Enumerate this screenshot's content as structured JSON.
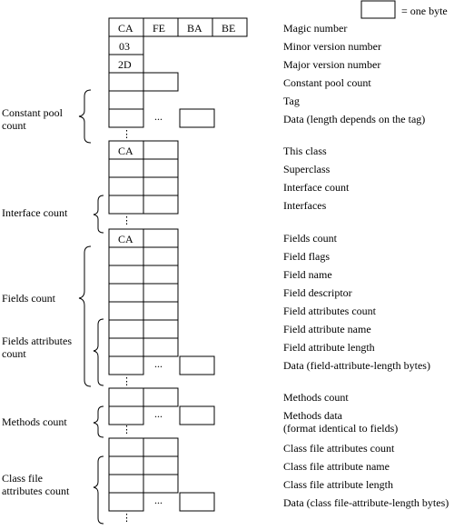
{
  "legend": {
    "label": "= one byte"
  },
  "cells": {
    "ca": "CA",
    "fe": "FE",
    "ba": "BA",
    "be": "BE",
    "minor": "03",
    "major": "2D",
    "this_class": "CA",
    "fields_count": "CA"
  },
  "ellipsis_h": "...",
  "ellipsis_v": "⋮",
  "right_labels": [
    "Magic number",
    "Minor version number",
    "Major version number",
    "Constant pool count",
    "Tag",
    "Data (length depends on the tag)",
    "This class",
    "Superclass",
    "Interface count",
    "Interfaces",
    "Fields count",
    "Field flags",
    "Field name",
    "Field descriptor",
    "Field attributes count",
    "Field attribute name",
    "Field attribute length",
    "Data (field-attribute-length bytes)",
    "Methods count",
    "Methods data",
    "(format identical to fields)",
    "Class file attributes count",
    "Class file attribute name",
    "Class file attribute length",
    "Data (class file-attribute-length bytes)"
  ],
  "left_labels": [
    "Constant pool",
    "count",
    "Interface count",
    "Fields count",
    "Fields attributes",
    "count",
    "Methods count",
    "Class file",
    "attributes count"
  ]
}
